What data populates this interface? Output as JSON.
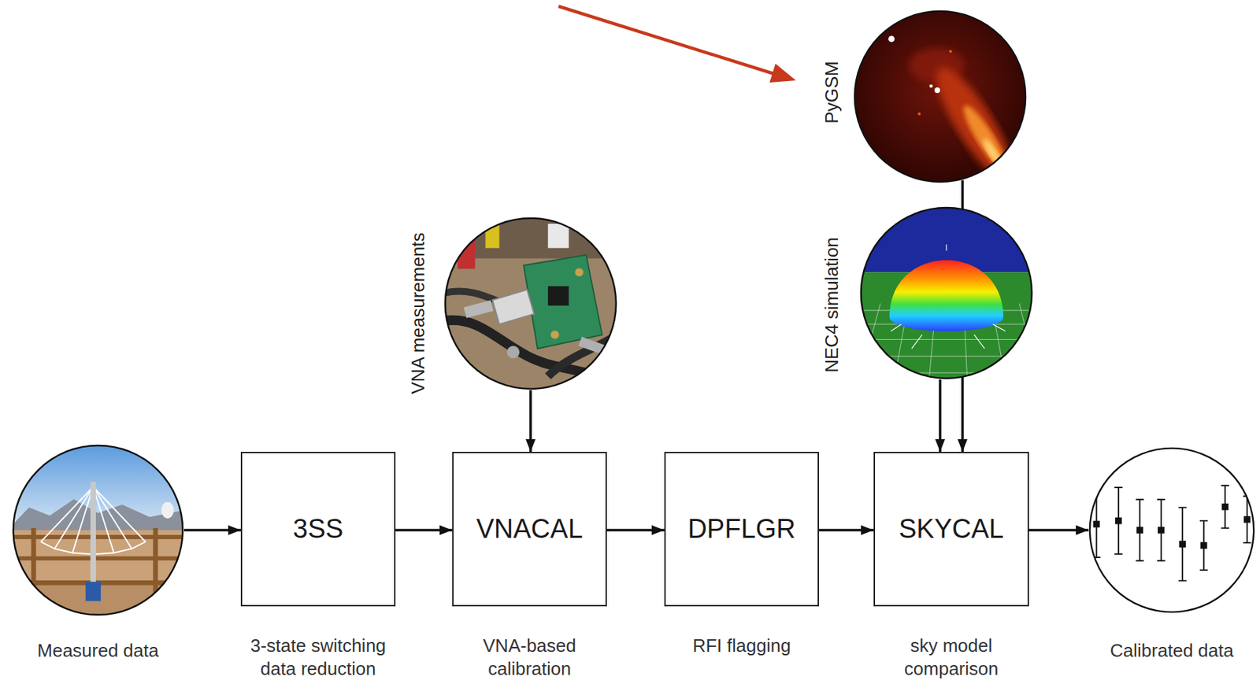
{
  "diagram": {
    "nodes": [
      {
        "text": [
          "PyGSM"
        ]
      },
      {
        "text": [
          "VNA measurements"
        ]
      },
      {
        "text": [
          "NEC4 simulation"
        ]
      },
      {
        "text": [
          "Measured data"
        ]
      },
      {
        "text": [
          "3SS",
          "3-state switching data reduction"
        ]
      },
      {
        "text": [
          "VNACAL",
          "VNA-based calibration"
        ]
      },
      {
        "text": [
          "DPFLGR",
          "RFI flagging"
        ]
      },
      {
        "text": [
          "SKYCAL",
          "sky model comparison"
        ]
      },
      {
        "text": [
          "Calibrated data"
        ]
      }
    ],
    "edges": [
      {
        "from": 3,
        "to": 4,
        "arrow": "to"
      },
      {
        "from": 4,
        "to": 5,
        "arrow": "to"
      },
      {
        "from": 5,
        "to": 6,
        "arrow": "to"
      },
      {
        "from": 6,
        "to": 7,
        "arrow": "to"
      },
      {
        "from": 7,
        "to": 8,
        "arrow": "to"
      },
      {
        "from": 1,
        "to": 5,
        "arrow": "to"
      },
      {
        "from": 2,
        "to": 7,
        "arrow": "to"
      },
      {
        "from": 0,
        "to": 7,
        "arrow": "to"
      }
    ]
  }
}
